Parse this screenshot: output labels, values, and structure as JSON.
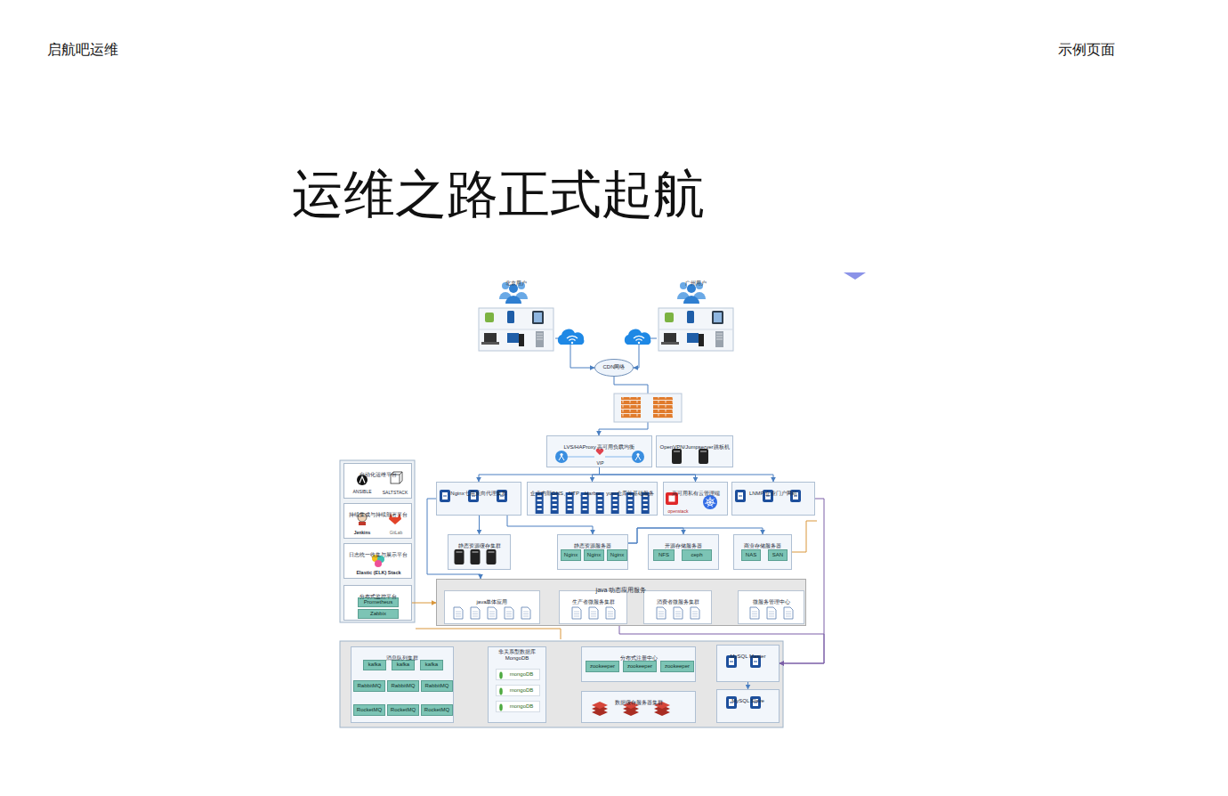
{
  "diagram": {
    "title": "运维之路正式起航",
    "nodes": [
      {
        "text": [
          "北京用户"
        ]
      },
      {
        "text": [
          "广州用户"
        ]
      },
      {
        "text": [
          "CDN网络"
        ]
      },
      {
        "text": [
          "LVS/HAProxy 高可用负载均衡",
          "VIP"
        ]
      },
      {
        "text": [
          "OpenVPN/Jumpserver跳板机"
        ]
      },
      {
        "text": [
          "Nginx七层反向代理集群"
        ]
      },
      {
        "text": [
          "企业内部DNS、NTP、Harbor、yum仓库等基础服务"
        ]
      },
      {
        "text": [
          "高可用私有云管理端",
          "openstack"
        ]
      },
      {
        "text": [
          "LNMP 企业门户网站"
        ]
      },
      {
        "text": [
          "静态资源缓存集群"
        ]
      },
      {
        "text": [
          "静态资源服务器"
        ]
      },
      {
        "text": [
          "Nginx"
        ],
        "in": 10
      },
      {
        "text": [
          "Nginx"
        ],
        "in": 10
      },
      {
        "text": [
          "Nginx"
        ],
        "in": 10
      },
      {
        "text": [
          "开源存储服务器"
        ]
      },
      {
        "text": [
          "NFS"
        ],
        "in": 14
      },
      {
        "text": [
          "ceph"
        ],
        "in": 14
      },
      {
        "text": [
          "商业存储服务器"
        ]
      },
      {
        "text": [
          "NAS"
        ],
        "in": 17
      },
      {
        "text": [
          "SAN"
        ],
        "in": 17
      },
      {
        "text": [
          "java 动态应用服务"
        ]
      },
      {
        "text": [
          "java单体应用"
        ],
        "in": 20
      },
      {
        "text": [
          "生产者微服务集群"
        ],
        "in": 20
      },
      {
        "text": [
          "消费者微服务集群"
        ],
        "in": 20
      },
      {
        "text": [
          "微服务管理中心"
        ],
        "in": 20
      },
      {
        "text": [
          "自动化运维平台",
          "ANSIBLE",
          "SALTSTACK"
        ]
      },
      {
        "text": [
          "持续集成与持续部署平台",
          "Jenkins",
          "GitLab"
        ]
      },
      {
        "text": [
          "日志统一收集与展示平台",
          "Elastic (ELK) Stack"
        ]
      },
      {
        "text": [
          "分布式监控平台"
        ]
      },
      {
        "text": [
          "Prometheus"
        ],
        "in": 28
      },
      {
        "text": [
          "Zabbix"
        ],
        "in": 28
      },
      {
        "text": [
          "消息队列集群"
        ]
      },
      {
        "text": [
          "kafka"
        ],
        "in": 31
      },
      {
        "text": [
          "kafka"
        ],
        "in": 31
      },
      {
        "text": [
          "kafka"
        ],
        "in": 31
      },
      {
        "text": [
          "RabbitMQ"
        ],
        "in": 31
      },
      {
        "text": [
          "RabbitMQ"
        ],
        "in": 31
      },
      {
        "text": [
          "RabbitMQ"
        ],
        "in": 31
      },
      {
        "text": [
          "RocketMQ"
        ],
        "in": 31
      },
      {
        "text": [
          "RocketMQ"
        ],
        "in": 31
      },
      {
        "text": [
          "RocketMQ"
        ],
        "in": 31
      },
      {
        "text": [
          "非关系型数据库 MongoDB"
        ]
      },
      {
        "text": [
          "mongoDB"
        ],
        "in": 41
      },
      {
        "text": [
          "mongoDB"
        ],
        "in": 41
      },
      {
        "text": [
          "mongoDB"
        ],
        "in": 41
      },
      {
        "text": [
          "分布式注册中心"
        ]
      },
      {
        "text": [
          "zookeeper"
        ],
        "in": 45
      },
      {
        "text": [
          "zookeeper"
        ],
        "in": 45
      },
      {
        "text": [
          "zookeeper"
        ],
        "in": 45
      },
      {
        "text": [
          "数据缓存服务器集群"
        ]
      },
      {
        "text": [
          "MySQL Master"
        ]
      },
      {
        "text": [
          "MySQL Slave"
        ]
      }
    ],
    "edges": [
      {
        "from": 0,
        "to": 2,
        "arrow": "to"
      },
      {
        "from": 1,
        "to": 2,
        "arrow": "to"
      },
      {
        "from": 2,
        "to": 3,
        "arrow": "to"
      },
      {
        "from": 3,
        "to": 5,
        "arrow": "to"
      },
      {
        "from": 3,
        "to": 6,
        "arrow": "to"
      },
      {
        "from": 3,
        "to": 7,
        "arrow": "to"
      },
      {
        "from": 3,
        "to": 8,
        "arrow": "to"
      },
      {
        "from": 5,
        "to": 9,
        "arrow": "to"
      },
      {
        "from": 5,
        "to": 10,
        "arrow": "to"
      },
      {
        "from": 10,
        "to": 14,
        "arrow": "to"
      },
      {
        "from": 10,
        "to": 17,
        "arrow": "to"
      },
      {
        "from": 5,
        "to": 20,
        "arrow": "to"
      },
      {
        "from": 28,
        "to": 20,
        "arrow": "to"
      },
      {
        "from": 8,
        "to": 50,
        "arrow": "to"
      },
      {
        "from": 20,
        "to": 50,
        "arrow": "to"
      },
      {
        "from": 50,
        "to": 51,
        "arrow": "to"
      }
    ],
    "labels": [
      "启航吧运维",
      "示例页面"
    ]
  }
}
